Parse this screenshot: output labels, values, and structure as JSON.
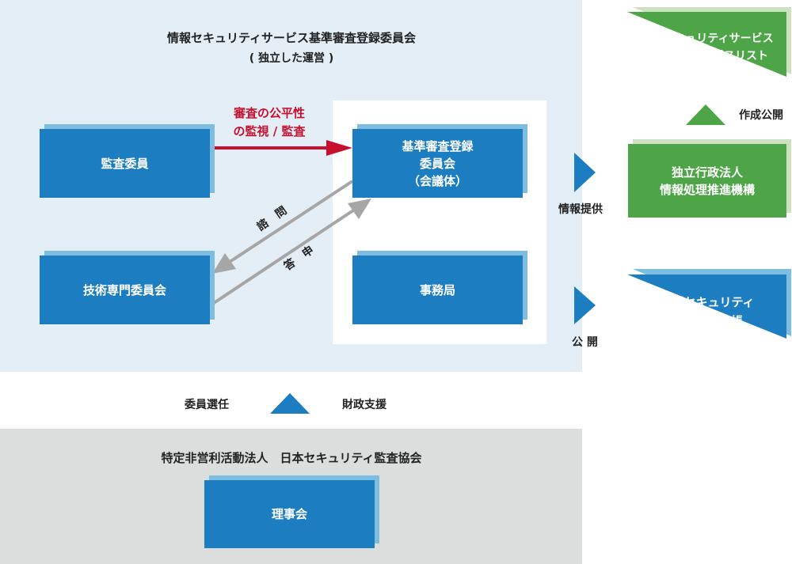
{
  "committee": {
    "title": "情報セキュリティサービス基準審査登録委員会",
    "subtitle": "( 独立した運営 )"
  },
  "boxes": {
    "auditor": "監査委員",
    "technical": "技術専門委員会",
    "review_lines": [
      "基準審査登録",
      "委員会",
      "（会議体）"
    ],
    "secretariat": "事務局",
    "board": "理事会",
    "ipa_lines": [
      "独立行政法人",
      "情報処理推進機構"
    ],
    "list_lines": [
      "情報セキュリティサービス",
      "基準適合サービスリスト"
    ],
    "ledger_lines": [
      "情報セキュリティ",
      "サービス台帳"
    ]
  },
  "arrows": {
    "monitor_lines": [
      "審査の公平性",
      "の監視 / 監査"
    ],
    "consult": "諮　問",
    "report": "答　申",
    "info_provide": "情報提供",
    "publish": "公 開",
    "create_publish": "作成公開",
    "select_members": "委員選任",
    "financial_support": "財政支援"
  },
  "association": {
    "title": "特定非営利活動法人　日本セキュリティ監査協会"
  },
  "colors": {
    "blue": "#1c7dc0",
    "green": "#4ea547",
    "red": "#c8102e",
    "gray_arrow": "#a6a6a6"
  }
}
